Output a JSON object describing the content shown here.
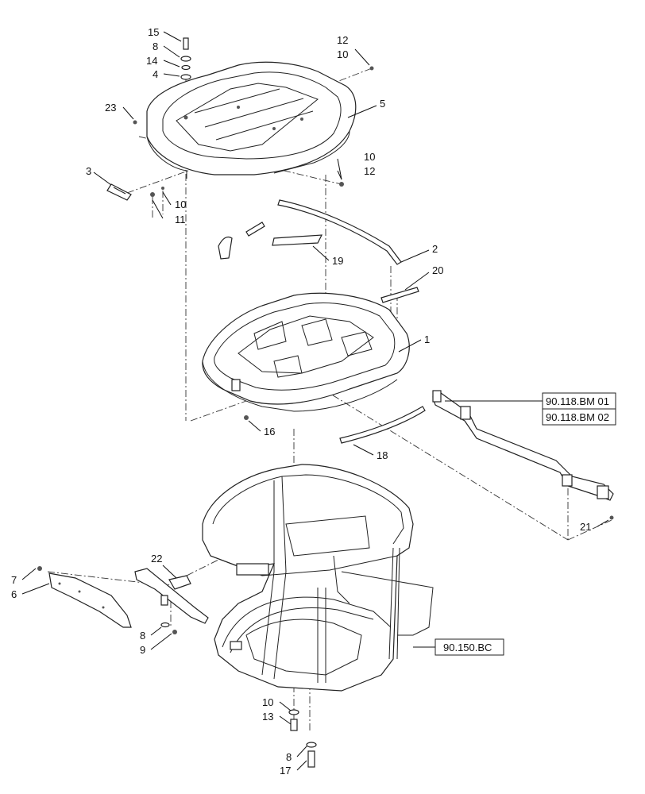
{
  "callouts": {
    "c15": "15",
    "c8a": "8",
    "c14": "14",
    "c4": "4",
    "c23": "23",
    "c12a": "12",
    "c10a": "10",
    "c5": "5",
    "c10b": "10",
    "c12b": "12",
    "c3": "3",
    "c10c": "10",
    "c11": "11",
    "c19": "19",
    "c2": "2",
    "c20": "20",
    "c1": "1",
    "c16": "16",
    "c18": "18",
    "c21": "21",
    "c22": "22",
    "c7": "7",
    "c6": "6",
    "c8b": "8",
    "c9": "9",
    "c10d": "10",
    "c13": "13",
    "c8c": "8",
    "c17": "17"
  },
  "references": {
    "ref1": "90.118.BM 01",
    "ref2": "90.118.BM 02",
    "ref3": "90.150.BC"
  }
}
